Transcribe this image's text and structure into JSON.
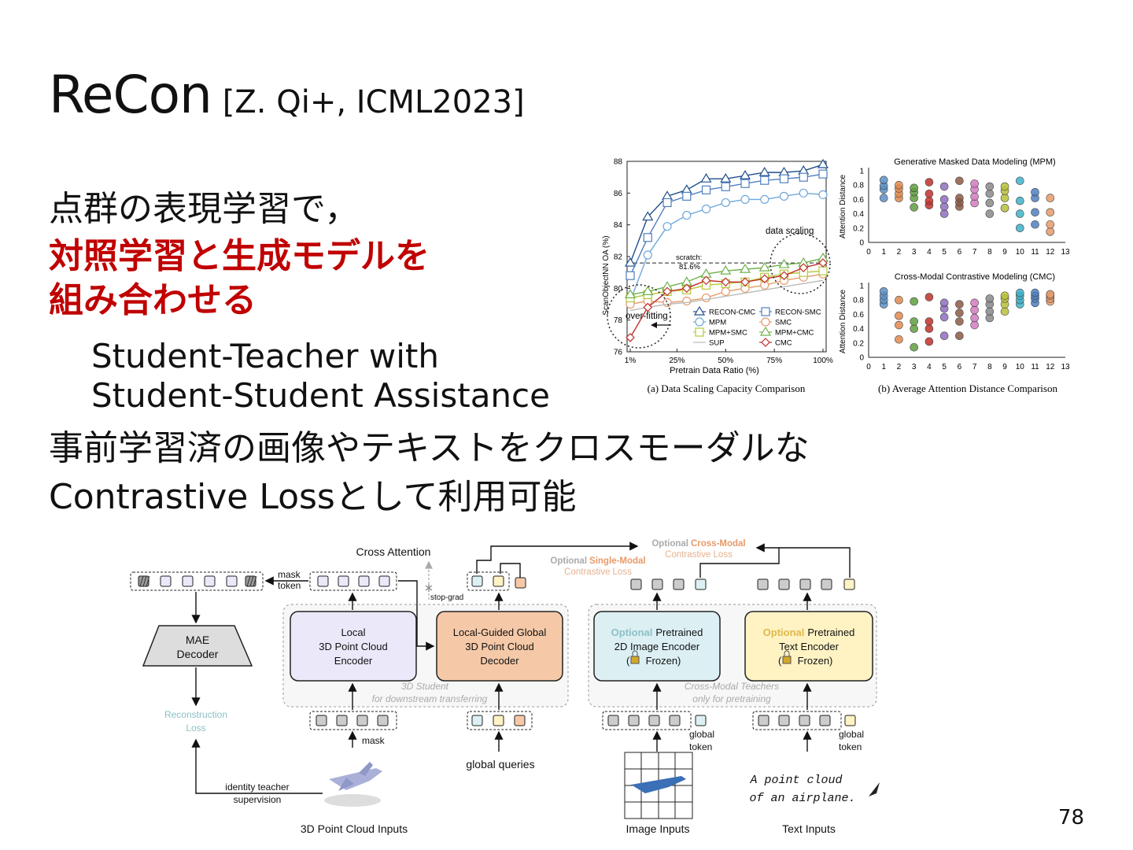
{
  "slide": {
    "title": "ReCon",
    "citation": "[Z. Qi+, ICML2023]",
    "bullet1_line1": "点群の表現学習で，",
    "bullet1_line2": "対照学習と生成モデルを",
    "bullet1_line3": "組み合わせる",
    "sub1_line1": "Student-Teacher with",
    "sub1_line2": "Student-Student Assistance",
    "bullet2_line1": "事前学習済の画像やテキストをクロスモーダルな",
    "bullet2_line2": "Contrastive Lossとして利用可能",
    "page_number": "78"
  },
  "chart_data": [
    {
      "type": "line",
      "caption": "(a) Data Scaling Capacity Comparison",
      "xlabel": "Pretrain Data Ratio (%)",
      "ylabel": "ScanObjectNN OA (%)",
      "x_tick_labels": [
        "1%",
        "25%",
        "50%",
        "75%",
        "100%"
      ],
      "x": [
        1,
        10,
        20,
        30,
        40,
        50,
        60,
        70,
        80,
        90,
        100
      ],
      "ylim": [
        76,
        88
      ],
      "y_ticks": [
        76,
        78,
        80,
        82,
        84,
        86,
        88
      ],
      "series": [
        {
          "name": "RECON-CMC",
          "color": "#1f4e8c",
          "marker": "triangle",
          "values": [
            81.6,
            84.5,
            85.8,
            86.2,
            86.9,
            86.9,
            87.1,
            87.3,
            87.3,
            87.4,
            87.8
          ]
        },
        {
          "name": "RECON-SMC",
          "color": "#4f7fc0",
          "marker": "square",
          "values": [
            80.8,
            83.2,
            85.4,
            85.8,
            86.2,
            86.4,
            86.6,
            86.8,
            86.9,
            87.0,
            87.2
          ]
        },
        {
          "name": "MPM",
          "color": "#6fa8dc",
          "marker": "circle",
          "values": [
            79.2,
            82.1,
            83.9,
            84.6,
            85.0,
            85.4,
            85.6,
            85.6,
            85.8,
            86.0,
            85.9
          ]
        },
        {
          "name": "SMC",
          "color": "#e69a6a",
          "marker": "circle",
          "values": [
            79.0,
            79.2,
            79.1,
            79.2,
            79.4,
            79.8,
            80.0,
            80.2,
            80.5,
            80.7,
            80.9
          ]
        },
        {
          "name": "MPM+SMC",
          "color": "#b5c839",
          "marker": "square",
          "values": [
            79.4,
            79.6,
            79.8,
            79.9,
            80.2,
            80.3,
            80.4,
            80.7,
            80.9,
            81.0,
            81.1
          ]
        },
        {
          "name": "MPM+CMC",
          "color": "#70b04c",
          "marker": "triangle",
          "values": [
            79.6,
            79.8,
            80.1,
            80.4,
            80.9,
            81.1,
            81.2,
            81.3,
            81.5,
            81.6,
            81.9
          ]
        },
        {
          "name": "SUP",
          "color": "#bbbbbb",
          "marker": "none",
          "values": [
            78.6,
            78.8,
            79.0,
            79.1,
            79.3,
            79.5,
            79.7,
            79.9,
            80.1,
            80.3,
            80.5
          ]
        },
        {
          "name": "CMC",
          "color": "#c0302a",
          "marker": "diamond",
          "values": [
            76.9,
            78.8,
            79.8,
            80.0,
            80.5,
            80.4,
            80.4,
            80.6,
            80.8,
            81.3,
            81.6
          ]
        }
      ],
      "reference_line": {
        "y": 81.6,
        "label_1": "scratch:",
        "label_2": "81.6%"
      },
      "annotations": [
        "over-fitting",
        "data scaling"
      ]
    },
    {
      "type": "scatter",
      "caption": "(b) Average Attention Distance Comparison",
      "panels": [
        {
          "title": "Generative Masked Data Modeling (MPM)",
          "ylabel": "Attention Distance",
          "xlim": [
            0,
            13
          ],
          "ylim": [
            0,
            1
          ],
          "x_ticks": [
            "0",
            "1",
            "2",
            "3",
            "4",
            "5",
            "6",
            "7",
            "8",
            "9",
            "10",
            "11",
            "12",
            "13"
          ],
          "y_ticks": [
            "0",
            "0.2",
            "0.4",
            "0.6",
            "0.8",
            "1"
          ],
          "layers": [
            {
              "x": 1,
              "values": [
                0.62,
                0.74,
                0.79,
                0.87
              ]
            },
            {
              "x": 2,
              "values": [
                0.62,
                0.68,
                0.75,
                0.8
              ]
            },
            {
              "x": 3,
              "values": [
                0.49,
                0.62,
                0.7,
                0.76
              ]
            },
            {
              "x": 4,
              "values": [
                0.52,
                0.58,
                0.68,
                0.84
              ]
            },
            {
              "x": 5,
              "values": [
                0.4,
                0.5,
                0.6,
                0.78
              ]
            },
            {
              "x": 6,
              "values": [
                0.5,
                0.56,
                0.62,
                0.86
              ]
            },
            {
              "x": 7,
              "values": [
                0.55,
                0.64,
                0.74,
                0.82
              ]
            },
            {
              "x": 8,
              "values": [
                0.4,
                0.55,
                0.68,
                0.78
              ]
            },
            {
              "x": 9,
              "values": [
                0.48,
                0.62,
                0.72,
                0.78
              ]
            },
            {
              "x": 10,
              "values": [
                0.2,
                0.4,
                0.58,
                0.86
              ]
            },
            {
              "x": 11,
              "values": [
                0.25,
                0.42,
                0.62,
                0.7
              ]
            },
            {
              "x": 12,
              "values": [
                0.15,
                0.25,
                0.42,
                0.62
              ]
            }
          ]
        },
        {
          "title": "Cross-Modal Contrastive Modeling (CMC)",
          "ylabel": "Attention Distance",
          "xlim": [
            0,
            13
          ],
          "ylim": [
            0,
            1
          ],
          "x_ticks": [
            "0",
            "1",
            "2",
            "3",
            "4",
            "5",
            "6",
            "7",
            "8",
            "9",
            "10",
            "11",
            "12",
            "13"
          ],
          "y_ticks": [
            "0",
            "0.2",
            "0.4",
            "0.6",
            "0.8",
            "1"
          ],
          "layers": [
            {
              "x": 1,
              "values": [
                0.74,
                0.8,
                0.86,
                0.92
              ]
            },
            {
              "x": 2,
              "values": [
                0.25,
                0.45,
                0.58,
                0.8
              ]
            },
            {
              "x": 3,
              "values": [
                0.14,
                0.4,
                0.5,
                0.78
              ]
            },
            {
              "x": 4,
              "values": [
                0.22,
                0.4,
                0.5,
                0.84
              ]
            },
            {
              "x": 5,
              "values": [
                0.3,
                0.56,
                0.68,
                0.76
              ]
            },
            {
              "x": 6,
              "values": [
                0.3,
                0.5,
                0.62,
                0.74
              ]
            },
            {
              "x": 7,
              "values": [
                0.45,
                0.55,
                0.66,
                0.76
              ]
            },
            {
              "x": 8,
              "values": [
                0.55,
                0.64,
                0.74,
                0.82
              ]
            },
            {
              "x": 9,
              "values": [
                0.64,
                0.74,
                0.82,
                0.86
              ]
            },
            {
              "x": 10,
              "values": [
                0.74,
                0.8,
                0.86,
                0.9
              ]
            },
            {
              "x": 11,
              "values": [
                0.76,
                0.82,
                0.86,
                0.9
              ]
            },
            {
              "x": 12,
              "values": [
                0.78,
                0.82,
                0.86,
                0.88
              ]
            }
          ]
        }
      ]
    }
  ],
  "diagram": {
    "cross_attention": "Cross Attention",
    "mask_token_1": "mask",
    "mask_token_2": "token",
    "stop_grad": "stop-grad",
    "opt_single_1": "Optional",
    "opt_single_2": "Single-Modal",
    "opt_single_3": "Contrastive Loss",
    "opt_cross_1": "Optional",
    "opt_cross_2": "Cross-Modal",
    "opt_cross_3": "Contrastive Loss",
    "mae_1": "MAE",
    "mae_2": "Decoder",
    "local_1": "Local",
    "local_2": "3D Point Cloud",
    "local_3": "Encoder",
    "lgg_1": "Local-Guided Global",
    "lgg_2": "3D Point Cloud",
    "lgg_3": "Decoder",
    "student_1": "3D Student",
    "student_2": "for downstream transferring",
    "img_enc_opt": "Optional",
    "img_enc_1": "Pretrained",
    "img_enc_2": "2D Image Encoder",
    "img_enc_3": "Frozen)",
    "txt_enc_opt": "Optional",
    "txt_enc_1": "Pretrained",
    "txt_enc_2": "Text Encoder",
    "txt_enc_3": "Frozen)",
    "teachers_1": "Cross-Modal Teachers",
    "teachers_2": "only for pretraining",
    "recon_1": "Reconstruction",
    "recon_2": "Loss",
    "mask": "mask",
    "global_queries": "global queries",
    "global_token_1": "global",
    "global_token_2": "token",
    "identity_1": "identity teacher",
    "identity_2": "supervision",
    "pc_inputs": "3D Point Cloud Inputs",
    "img_inputs": "Image Inputs",
    "txt_inputs": "Text Inputs",
    "text_sample_1": "A point cloud",
    "text_sample_2": "of an airplane.",
    "colors": {
      "purple": "#ebe8fa",
      "orange": "#f5c9a8",
      "blue": "#dcf0f4",
      "yellow": "#fff3c4",
      "teal_text": "#8cc0c6",
      "orange_text": "#e69a6a"
    }
  }
}
